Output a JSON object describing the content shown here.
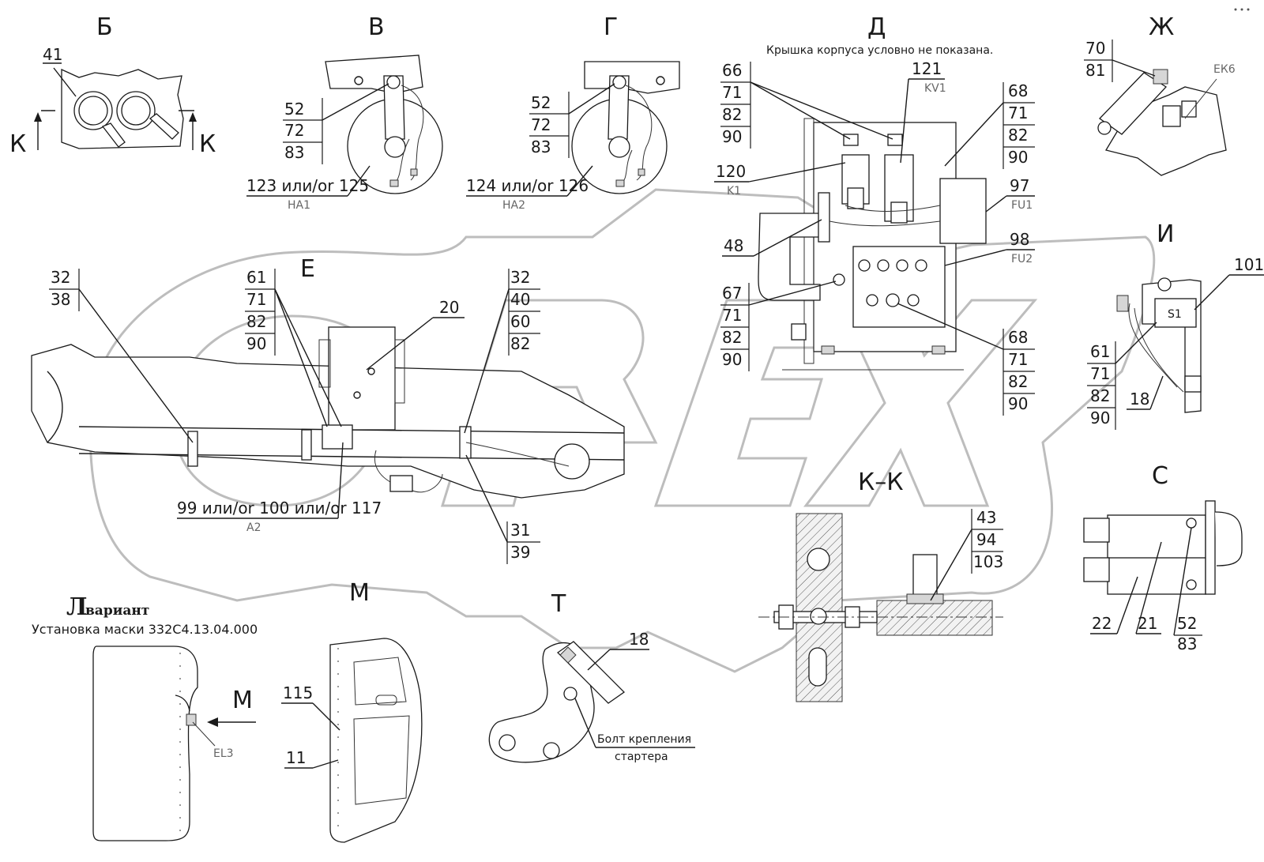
{
  "views": {
    "b": "Б",
    "v": "В",
    "g": "Г",
    "d": "Д",
    "zh": "Ж",
    "e": "Е",
    "i": "И",
    "kk": "К–К",
    "s": "С",
    "m": "М",
    "t": "Т"
  },
  "notes": {
    "cover": "Крышка корпуса условно не показана.",
    "variant_letter": "Л",
    "variant_word": "вариант",
    "mask": "Установка маски 332С4.13.04.000",
    "bolt1": "Болт крепления",
    "bolt2": "стартера"
  },
  "section_marks": {
    "left": "К",
    "right": "К",
    "arrow_m": "М"
  },
  "refs": {
    "b": [
      "41"
    ],
    "v": [
      "52",
      "72",
      "83"
    ],
    "v_part": "123 или/or 125",
    "v_sub": "НА1",
    "g": [
      "52",
      "72",
      "83"
    ],
    "g_part": "124 или/or 126",
    "g_sub": "НА2",
    "d_top": [
      "66",
      "71",
      "82",
      "90"
    ],
    "d_121": "121",
    "d_kv1": "KV1",
    "d_120": "120",
    "d_k1": "K1",
    "d_48": "48",
    "d_right": [
      "68",
      "71",
      "82",
      "90"
    ],
    "d_97": "97",
    "d_fu1": "FU1",
    "d_98": "98",
    "d_fu2": "FU2",
    "d_left": [
      "67",
      "71",
      "82",
      "90"
    ],
    "d_bottom": [
      "68",
      "71",
      "82",
      "90"
    ],
    "zh": [
      "70",
      "81"
    ],
    "zh_sub": "ЕК6",
    "e_left": [
      "32",
      "38"
    ],
    "e_mid": [
      "61",
      "71",
      "82",
      "90"
    ],
    "e_20": "20",
    "e_right": [
      "32",
      "40",
      "60",
      "82"
    ],
    "e_part": "99 или/or 100 или/or 117",
    "e_sub": "А2",
    "e_bottom": [
      "31",
      "39"
    ],
    "i_101": "101",
    "i_s1": "S1",
    "i_left": [
      "61",
      "71",
      "82",
      "90"
    ],
    "i_18": "18",
    "kk": [
      "43",
      "94",
      "103"
    ],
    "s_22": "22",
    "s_21": "21",
    "s_right": [
      "52",
      "83"
    ],
    "t_18": "18",
    "m_115": "115",
    "m_11": "11",
    "m_el3": "EL3"
  },
  "watermark": "OREX"
}
